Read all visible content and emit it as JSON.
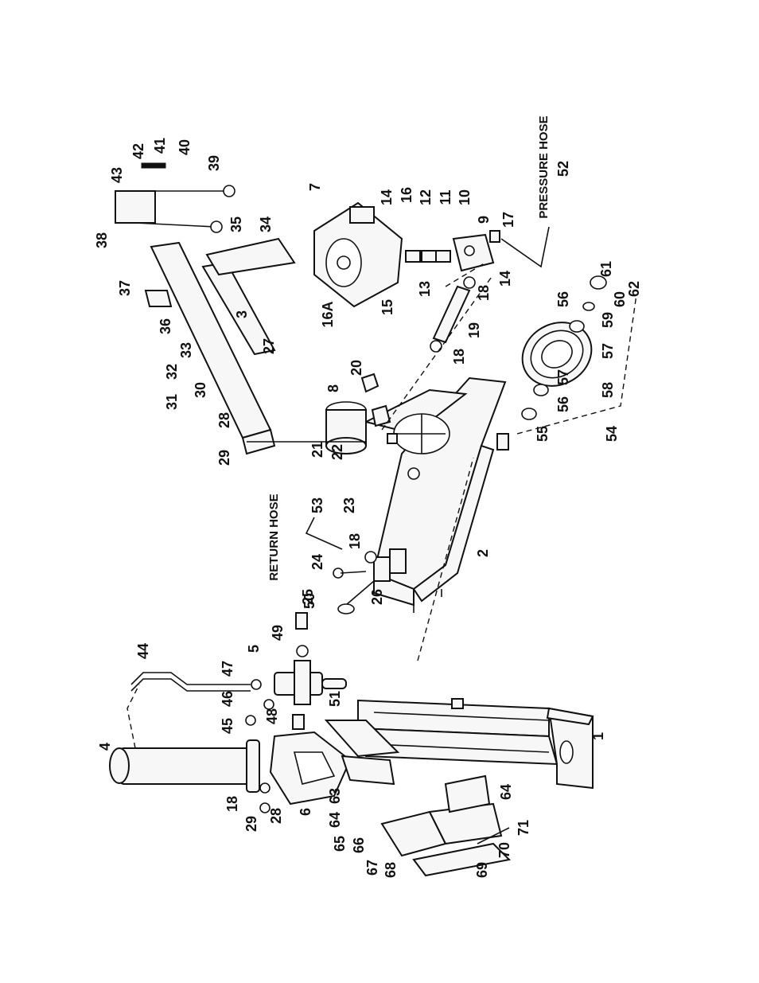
{
  "labels": [
    "1",
    "2",
    "3",
    "4",
    "5",
    "6",
    "7",
    "8",
    "9",
    "10",
    "11",
    "12",
    "13",
    "14",
    "14",
    "15",
    "16",
    "16A",
    "17",
    "18",
    "18",
    "18",
    "18",
    "19",
    "20",
    "21",
    "22",
    "23",
    "24",
    "25",
    "26",
    "27",
    "28",
    "28",
    "29",
    "29",
    "30",
    "31",
    "32",
    "33",
    "34",
    "35",
    "36",
    "37",
    "38",
    "39",
    "40",
    "41",
    "42",
    "43",
    "44",
    "45",
    "46",
    "47",
    "48",
    "49",
    "50",
    "51",
    "52",
    "53",
    "54",
    "55",
    "56",
    "56",
    "57",
    "57",
    "58",
    "59",
    "60",
    "61",
    "62",
    "63",
    "64",
    "64",
    "65",
    "66",
    "67",
    "68",
    "69",
    "70",
    "71"
  ],
  "captions": {
    "pressure_hose": "PRESSURE HOSE",
    "return_hose": "RETURN HOSE"
  }
}
